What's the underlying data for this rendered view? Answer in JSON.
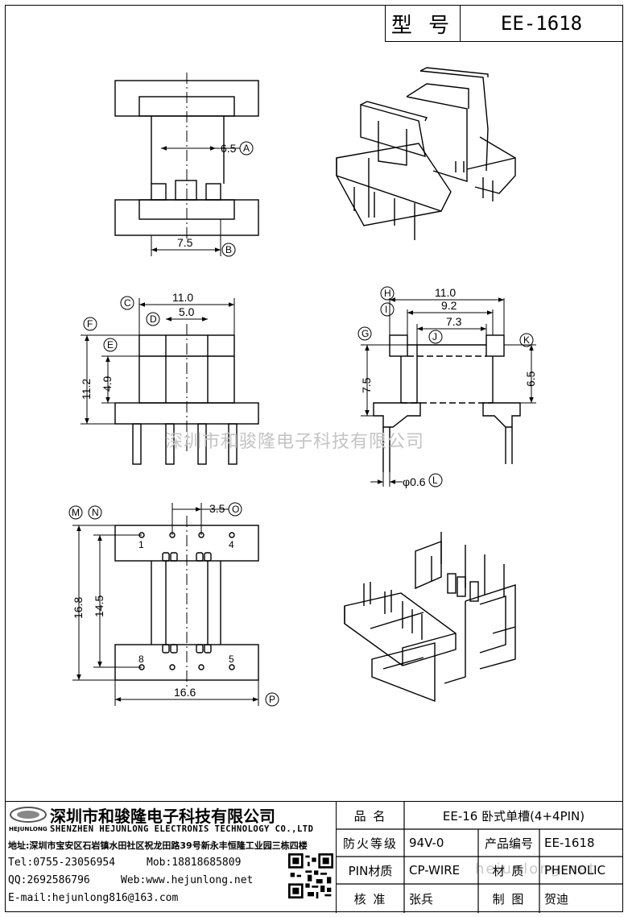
{
  "header": {
    "model_label": "型 号",
    "model_value": "EE-1618"
  },
  "top_view": {
    "dim_a": "6.5",
    "dim_b": "7.5",
    "mark_a": "A",
    "mark_b": "B"
  },
  "front_view": {
    "dim_c": "11.0",
    "dim_d": "5.0",
    "dim_f": "11.2",
    "dim_e": "4.9",
    "mark_c": "C",
    "mark_d": "D",
    "mark_e": "E",
    "mark_f": "F"
  },
  "side_view": {
    "dim_h": "11.0",
    "dim_i": "9.2",
    "dim_j": "7.3",
    "dim_g": "7.5",
    "dim_k": "6.5",
    "dim_l": "φ0.6",
    "mark_g": "G",
    "mark_h": "H",
    "mark_i": "I",
    "mark_j": "J",
    "mark_k": "K",
    "mark_l": "L"
  },
  "bottom_view": {
    "dim_o": "3.5",
    "dim_m": "16.8",
    "dim_n": "14.5",
    "dim_p": "16.6",
    "mark_m": "M",
    "mark_n": "N",
    "mark_o": "O",
    "mark_p": "P",
    "pin_1": "1",
    "pin_4": "4",
    "pin_8": "8",
    "pin_5": "5"
  },
  "watermark": "深圳市和骏隆电子科技有限公司",
  "watermark_url": "hejunlong.net",
  "company": {
    "name_cn": "深圳市和骏隆电子科技有限公司",
    "name_en": "SHENZHEN HEJUNLONG ELECTRONIS TECHNOLOGY CO.,LTD",
    "logo_text": "HEJUNLONG",
    "address": "地址:深圳市宝安区石岩镇水田社区祝龙田路39号新永丰恒隆工业园三栋四楼",
    "tel": "Tel:0755-23056954",
    "mob": "Mob:18818685809",
    "qq": "QQ:2692586796",
    "web": "Web:www.hejunlong.net",
    "email": "E-mail:hejunlong816@163.com"
  },
  "info": {
    "product_name_label": "品 名",
    "product_name": "EE-16 卧式单槽(4+4PIN)",
    "fire_label": "防火等级",
    "fire": "94V-0",
    "code_label": "产品编号",
    "code": "EE-1618",
    "pin_mat_label": "PIN材质",
    "pin_mat": "CP-WIRE",
    "mat_label": "材 质",
    "mat": "PHENOLIC",
    "check_label": "核 准",
    "check": "张兵",
    "draw_label": "制 图",
    "draw": "贺迪"
  }
}
